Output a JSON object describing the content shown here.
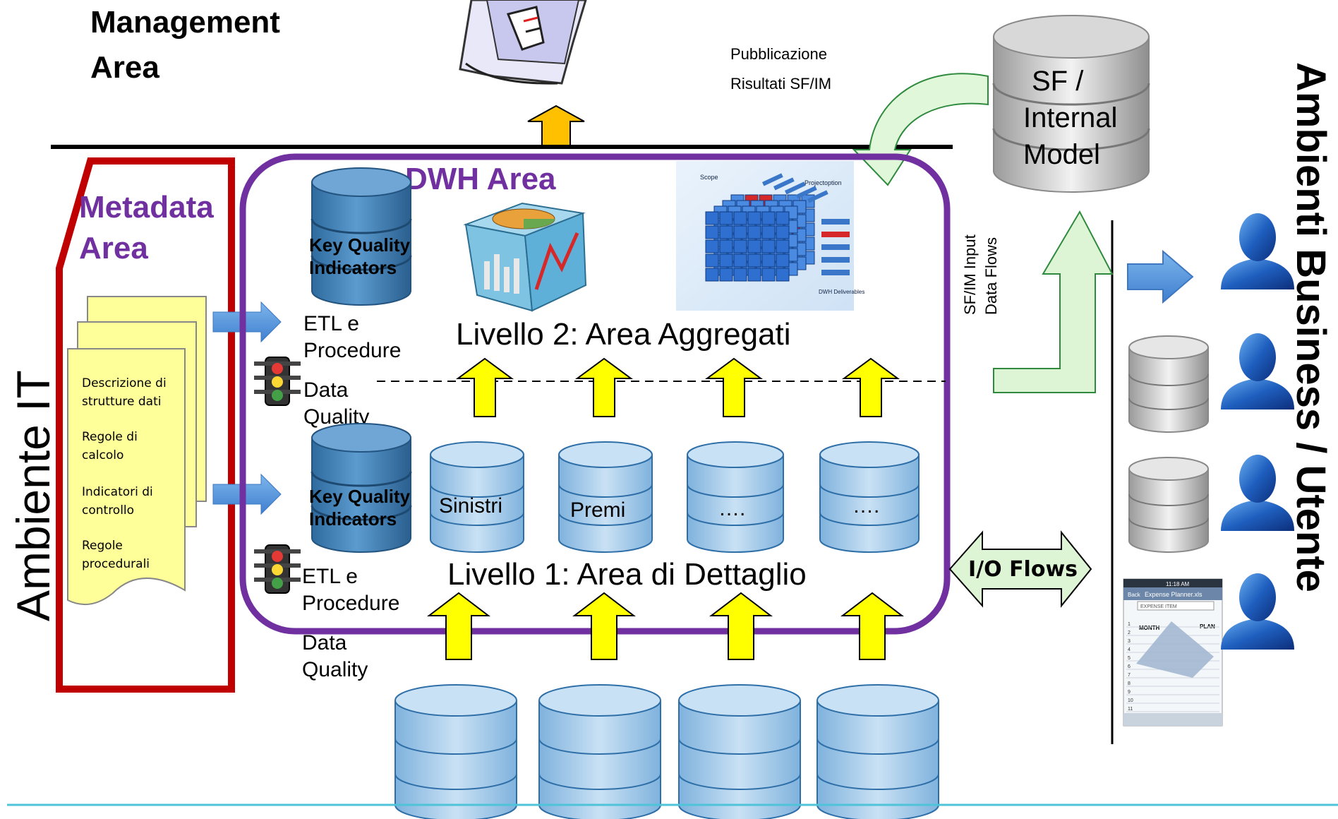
{
  "management": {
    "line1": "Management",
    "line2": "Area"
  },
  "publication": {
    "line1": "Pubblicazione",
    "line2": "Risultati SF/IM"
  },
  "sf_model": {
    "line1": "SF /",
    "line2": "Internal",
    "line3": "Model"
  },
  "business_label": "Ambienti Business / Utente",
  "it_label": "Ambiente IT",
  "metadata": {
    "title1": "Metadata",
    "title2": "Area",
    "items": [
      {
        "line1": "Descrizione di",
        "line2": "strutture dati"
      },
      {
        "line1": "Regole di",
        "line2": "calcolo"
      },
      {
        "line1": "Indicatori di",
        "line2": "controllo"
      },
      {
        "line1": "Regole",
        "line2": "procedurali"
      }
    ]
  },
  "dwh_title": "DWH Area",
  "kqi": {
    "line1": "Key Quality",
    "line2": "Indicators"
  },
  "etl": {
    "line1": "ETL e",
    "line2": "Procedure"
  },
  "dq": {
    "line1": "Data",
    "line2": "Quality"
  },
  "level2": "Livello 2: Area Aggregati",
  "level1": "Livello 1: Area di Dettaglio",
  "detail_dbs": [
    "Sinistri",
    "Premi",
    "….",
    "…."
  ],
  "sfim_input": {
    "line1": "SF/IM Input",
    "line2": "Data Flows"
  },
  "io_flows": "I/O Flows",
  "cube_labels": {
    "left": "Scope",
    "right": "Projectoption",
    "bottom": "DWH Deliverables"
  },
  "phone": {
    "time": "11:18 AM",
    "back": "Back",
    "title": "Expense Planner.xls",
    "field": "EXPENSE ITEM",
    "col1": "MONTH",
    "col2": "PLAN",
    "rows": [
      "1",
      "2",
      "3",
      "4",
      "5",
      "6",
      "7",
      "8",
      "9",
      "10",
      "11"
    ]
  },
  "colors": {
    "purple": "#7030A0",
    "red": "#C00000",
    "yellow": "#FFFF00",
    "note": "#FFFF99",
    "db_blue": "#9DC3E6",
    "dark_db": "#3E7AAE",
    "light_green": "#DDF5D5",
    "arrow_blue": "#4A90D9"
  }
}
